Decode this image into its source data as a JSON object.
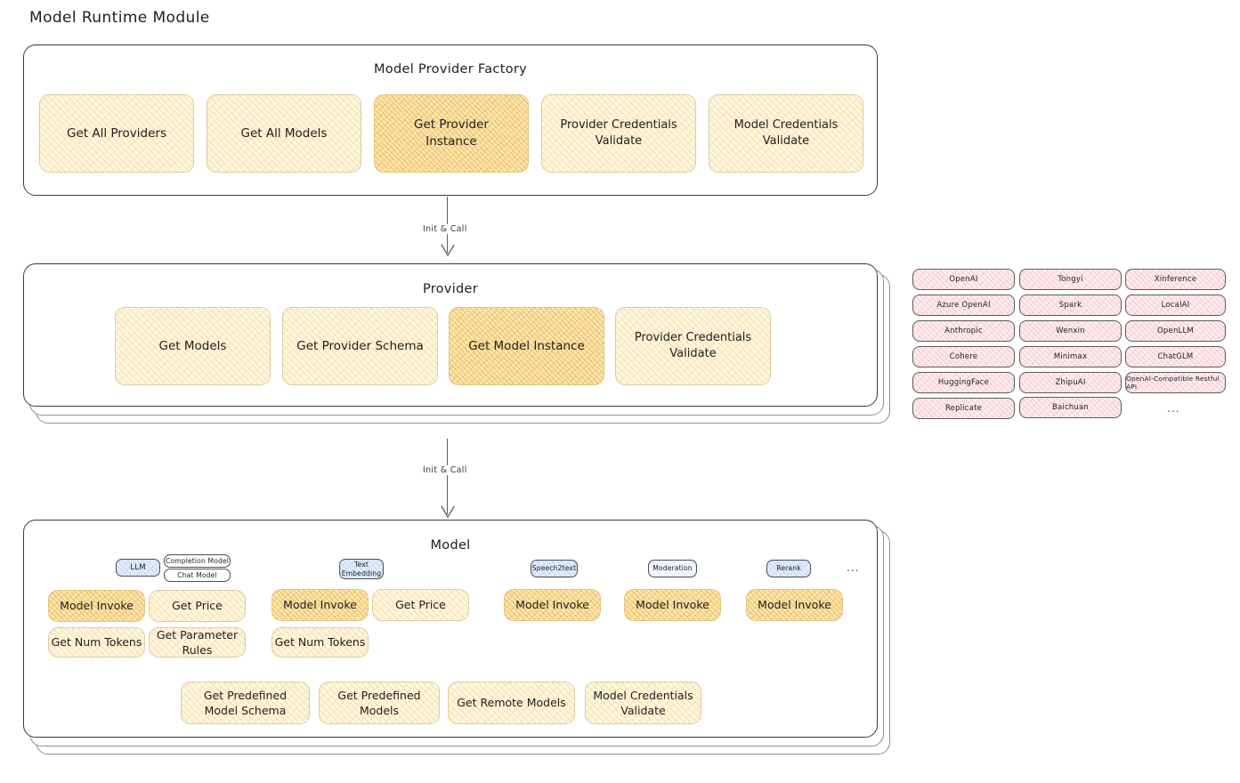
{
  "title": "Model Runtime Module",
  "factory": {
    "title": "Model Provider Factory",
    "cards": [
      {
        "label": "Get All Providers",
        "highlight": false
      },
      {
        "label": "Get All Models",
        "highlight": false
      },
      {
        "label": "Get Provider Instance",
        "highlight": true
      },
      {
        "label": "Provider Credentials Validate",
        "highlight": false
      },
      {
        "label": "Model Credentials Validate",
        "highlight": false
      }
    ]
  },
  "arrows": [
    {
      "label": "Init & Call"
    },
    {
      "label": "Init & Call"
    }
  ],
  "provider": {
    "title": "Provider",
    "cards": [
      {
        "label": "Get Models",
        "highlight": false
      },
      {
        "label": "Get Provider Schema",
        "highlight": false
      },
      {
        "label": "Get Model Instance",
        "highlight": true
      },
      {
        "label": "Provider Credentials Validate",
        "highlight": false
      }
    ]
  },
  "provider_list": {
    "columns": [
      [
        "OpenAI",
        "Azure OpenAI",
        "Anthropic",
        "Cohere",
        "HuggingFace",
        "Replicate"
      ],
      [
        "Tongyi",
        "Spark",
        "Wenxin",
        "Minimax",
        "ZhipuAI",
        "Baichuan"
      ],
      [
        "Xinference",
        "LocalAI",
        "OpenLLM",
        "ChatGLM",
        "OpenAI-Compatible Restful API"
      ]
    ],
    "more": "..."
  },
  "model": {
    "title": "Model",
    "more": "...",
    "types": [
      {
        "name": "LLM",
        "style": "blue",
        "subtags": [
          "Completion Model",
          "Chat Model"
        ],
        "cards": [
          {
            "label": "Model Invoke",
            "highlight": true
          },
          {
            "label": "Get Price",
            "highlight": false
          },
          {
            "label": "Get Num Tokens",
            "highlight": false
          },
          {
            "label": "Get Parameter Rules",
            "highlight": false
          }
        ]
      },
      {
        "name": "Text Embedding",
        "style": "blue",
        "subtags": [],
        "cards": [
          {
            "label": "Model Invoke",
            "highlight": true
          },
          {
            "label": "Get Price",
            "highlight": false
          },
          {
            "label": "Get Num Tokens",
            "highlight": false
          }
        ]
      },
      {
        "name": "Speech2text",
        "style": "blue",
        "subtags": [],
        "cards": [
          {
            "label": "Model Invoke",
            "highlight": true
          }
        ]
      },
      {
        "name": "Moderation",
        "style": "faint",
        "subtags": [],
        "cards": [
          {
            "label": "Model Invoke",
            "highlight": true
          }
        ]
      },
      {
        "name": "Rerank",
        "style": "blue",
        "subtags": [],
        "cards": [
          {
            "label": "Model Invoke",
            "highlight": true
          }
        ]
      }
    ],
    "shared_cards": [
      {
        "label": "Get Predefined Model Schema"
      },
      {
        "label": "Get Predefined Models"
      },
      {
        "label": "Get Remote Models"
      },
      {
        "label": "Model Credentials Validate"
      }
    ]
  },
  "colors": {
    "card_fill": "#fdf6e2",
    "card_fill_highlight": "#fbe7b6",
    "pill_fill": "#fdeef0",
    "tag_blue": "#e3eefc",
    "stroke": "#3b3b3b"
  }
}
